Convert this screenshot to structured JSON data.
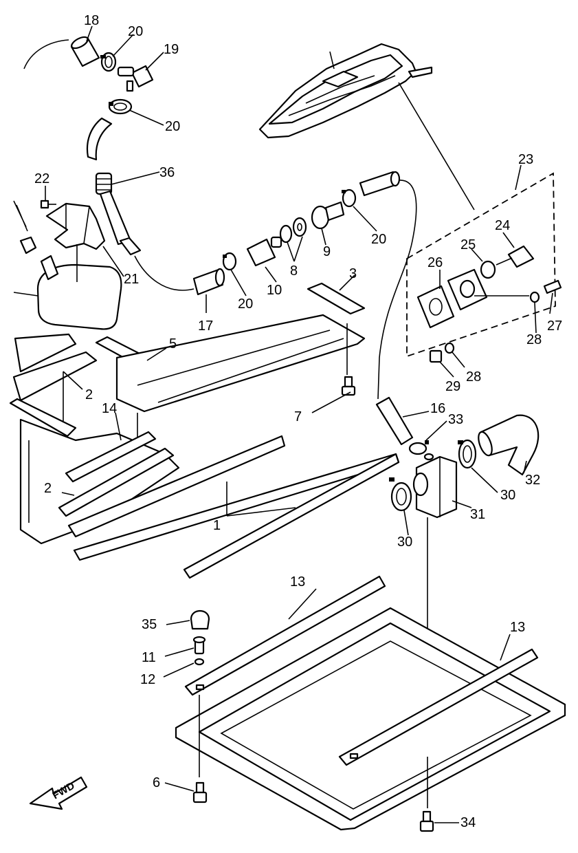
{
  "labels": {
    "l18": "18",
    "l20a": "20",
    "l19": "19",
    "l20b": "20",
    "l36": "36",
    "l22": "22",
    "l21": "21",
    "l17": "17",
    "l20c": "20",
    "l10": "10",
    "l8": "8",
    "l9": "9",
    "l20d": "20",
    "l23": "23",
    "l24": "24",
    "l25": "25",
    "l26": "26",
    "l27": "27",
    "l28a": "28",
    "l28b": "28",
    "l29": "29",
    "l3": "3",
    "l5": "5",
    "l2a": "2",
    "l2b": "2",
    "l14": "14",
    "l7": "7",
    "l1": "1",
    "l16": "16",
    "l33": "33",
    "l32": "32",
    "l30a": "30",
    "l30b": "30",
    "l31": "31",
    "l13a": "13",
    "l13b": "13",
    "l35": "35",
    "l11": "11",
    "l12": "12",
    "l6": "6",
    "l34": "34"
  },
  "fwd_arrow": "FWD"
}
